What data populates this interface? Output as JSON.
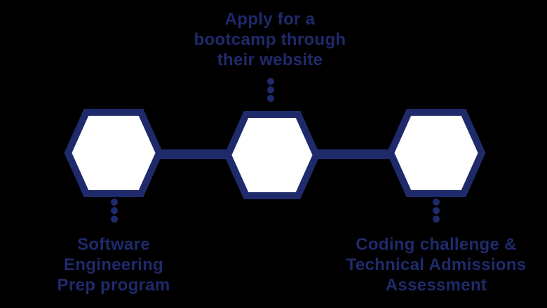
{
  "diagram": {
    "type": "process-flow",
    "colors": {
      "background": "#000000",
      "accent": "#1f2a6b",
      "hexagon_fill": "#ffffff"
    },
    "nodes": [
      {
        "id": "step-prep",
        "shape": "hexagon",
        "label_position": "below"
      },
      {
        "id": "step-apply",
        "shape": "hexagon",
        "label_position": "above"
      },
      {
        "id": "step-assessment",
        "shape": "hexagon",
        "label_position": "below"
      }
    ],
    "labels": {
      "apply": {
        "line1": "Apply for a",
        "line2": "bootcamp through",
        "line3": "their website"
      },
      "prep": {
        "line1": "Software",
        "line2": "Engineering",
        "line3": "Prep program"
      },
      "assessment": {
        "line1": "Coding challenge &",
        "line2": "Technical Admissions",
        "line3": "Assessment"
      }
    }
  }
}
